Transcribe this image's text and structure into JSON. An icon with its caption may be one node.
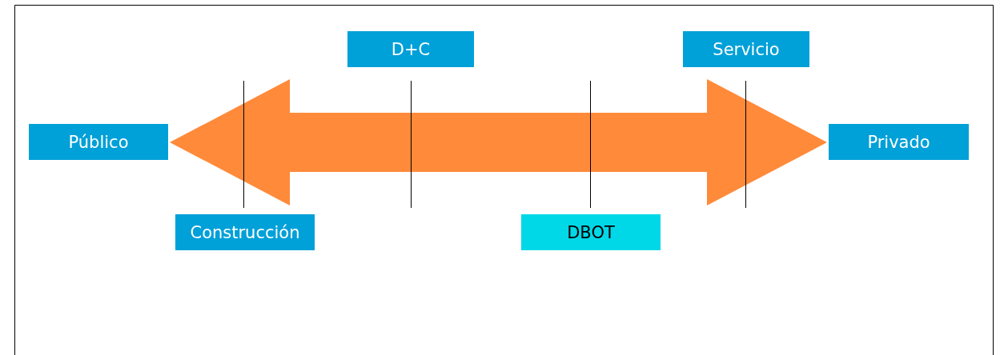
{
  "diagram": {
    "nodes": [
      {
        "text": [
          "D+C"
        ]
      },
      {
        "text": [
          "Servicio"
        ]
      },
      {
        "text": [
          "Público"
        ]
      },
      {
        "text": [
          "Privado"
        ]
      },
      {
        "text": [
          "Construcción"
        ]
      },
      {
        "text": [
          "DBOT"
        ]
      }
    ],
    "edges": [
      {
        "from": 2,
        "to": 3,
        "arrow": "both",
        "style": "thick"
      }
    ]
  }
}
